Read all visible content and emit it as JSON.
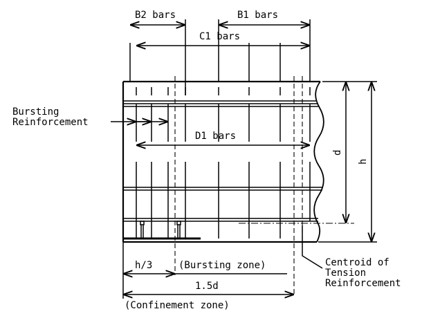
{
  "labels": {
    "b2_bars": "B2 bars",
    "b1_bars": "B1 bars",
    "c1_bars": "C1 bars",
    "d1_bars": "D1 bars",
    "bursting_reinforcement_line1": "Bursting",
    "bursting_reinforcement_line2": "Reinforcement",
    "dim_d": "d",
    "dim_h": "h",
    "h_over_3": "h/3",
    "bursting_zone": "(Bursting zone)",
    "one_point_five_d": "1.5d",
    "confinement_zone": "(Confinement zone)",
    "centroid_line1": "Centroid of",
    "centroid_line2": "Tension",
    "centroid_line3": "Reinforcement"
  }
}
